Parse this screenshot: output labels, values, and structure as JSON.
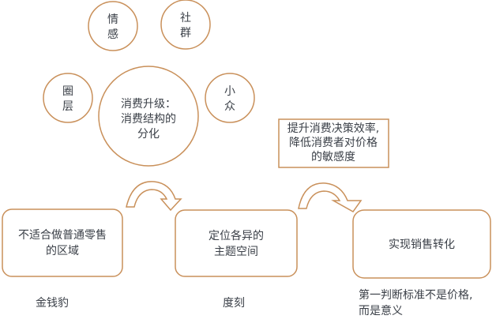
{
  "circles": {
    "center": [
      "消费升级：",
      "消费结构的",
      "分化"
    ],
    "emotion": [
      "情",
      "感"
    ],
    "community": [
      "社",
      "群"
    ],
    "circle_layer": [
      "圈",
      "层"
    ],
    "niche": [
      "小",
      "众"
    ]
  },
  "note_box": [
    "提升消费决策效率,",
    "降低消费者对价格",
    "的敏感度"
  ],
  "steps": [
    {
      "lines": [
        "不适合做普通零售",
        "的区域"
      ],
      "caption": "金钱豹"
    },
    {
      "lines": [
        "定位各异的",
        "主题空间"
      ],
      "caption": "度刻"
    },
    {
      "lines": [
        "实现销售转化"
      ],
      "caption_lines": [
        "第一判断标准不是价格,",
        "而是意义"
      ]
    }
  ],
  "colors": {
    "stroke": "#c9905a",
    "text": "#3b4048"
  }
}
